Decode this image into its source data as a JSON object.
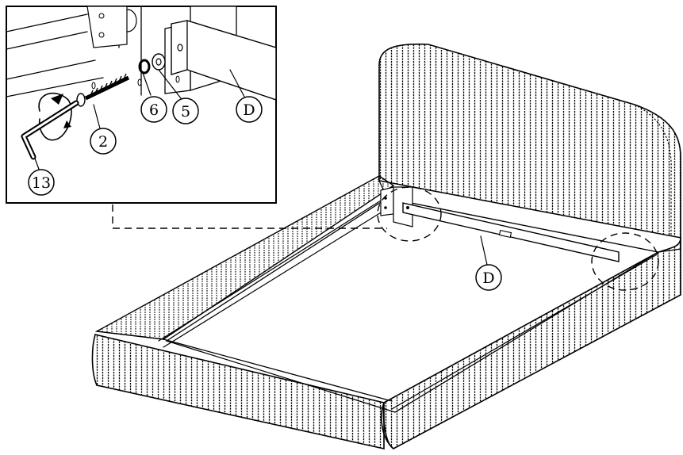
{
  "diagram": {
    "callouts": [
      {
        "id": "part-2",
        "label": "2"
      },
      {
        "id": "part-6",
        "label": "6"
      },
      {
        "id": "part-5",
        "label": "5"
      },
      {
        "id": "part-d-inset",
        "label": "D"
      },
      {
        "id": "part-13",
        "label": "13"
      },
      {
        "id": "part-d-main",
        "label": "D"
      }
    ],
    "colors": {
      "ink": "#000000",
      "paper": "#ffffff"
    },
    "icons": [
      "rotation-arrow-icon",
      "allen-key-icon",
      "bolt-icon",
      "washer-icon",
      "spring-washer-icon",
      "bracket-icon"
    ]
  }
}
